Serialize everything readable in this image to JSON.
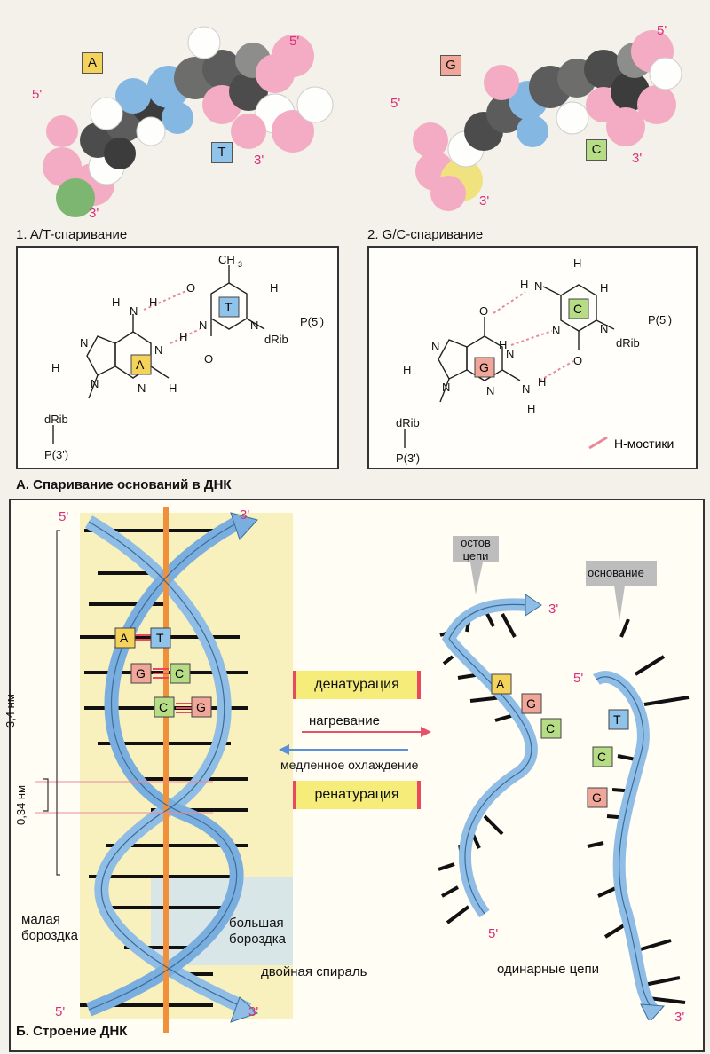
{
  "top": {
    "at_title": "1.  A/T-спаривание",
    "gc_title": "2.  G/C-спаривание",
    "section_caption": "А. Спаривание оснований в ДНК",
    "five": "5'",
    "three": "3'",
    "A": "A",
    "T": "T",
    "G": "G",
    "C": "C"
  },
  "formula": {
    "H": "H",
    "N": "N",
    "O": "O",
    "CH3": "CH",
    "CH3_sub": "3",
    "dRib": "dRib",
    "P5": "P(5')",
    "P3": "P(3')",
    "hbond_legend": "Н-мостики"
  },
  "bottom": {
    "caption": "Б. Строение ДНК",
    "dist_34": "3,4 нм",
    "dist_034": "0,34 нм",
    "minor": [
      "малая",
      "бороздка"
    ],
    "major": [
      "большая",
      "бороздка"
    ],
    "double_helix": "двойная спираль",
    "denaturation": "денатурация",
    "heating": "нагревание",
    "slow_cooling": "медленное охлаждение",
    "renaturation": "ренатурация",
    "backbone": [
      "остов",
      "цепи"
    ],
    "base": "основание",
    "single_strands": "одинарные цепи"
  },
  "colors": {
    "A": "#f3d35c",
    "T": "#8fc3ea",
    "G": "#f0a79a",
    "C": "#b7dc86",
    "helix": "#8fbde6",
    "axis": "#f0903a",
    "hbond": "#e88a9a",
    "label_box": "#f5ec7a"
  }
}
